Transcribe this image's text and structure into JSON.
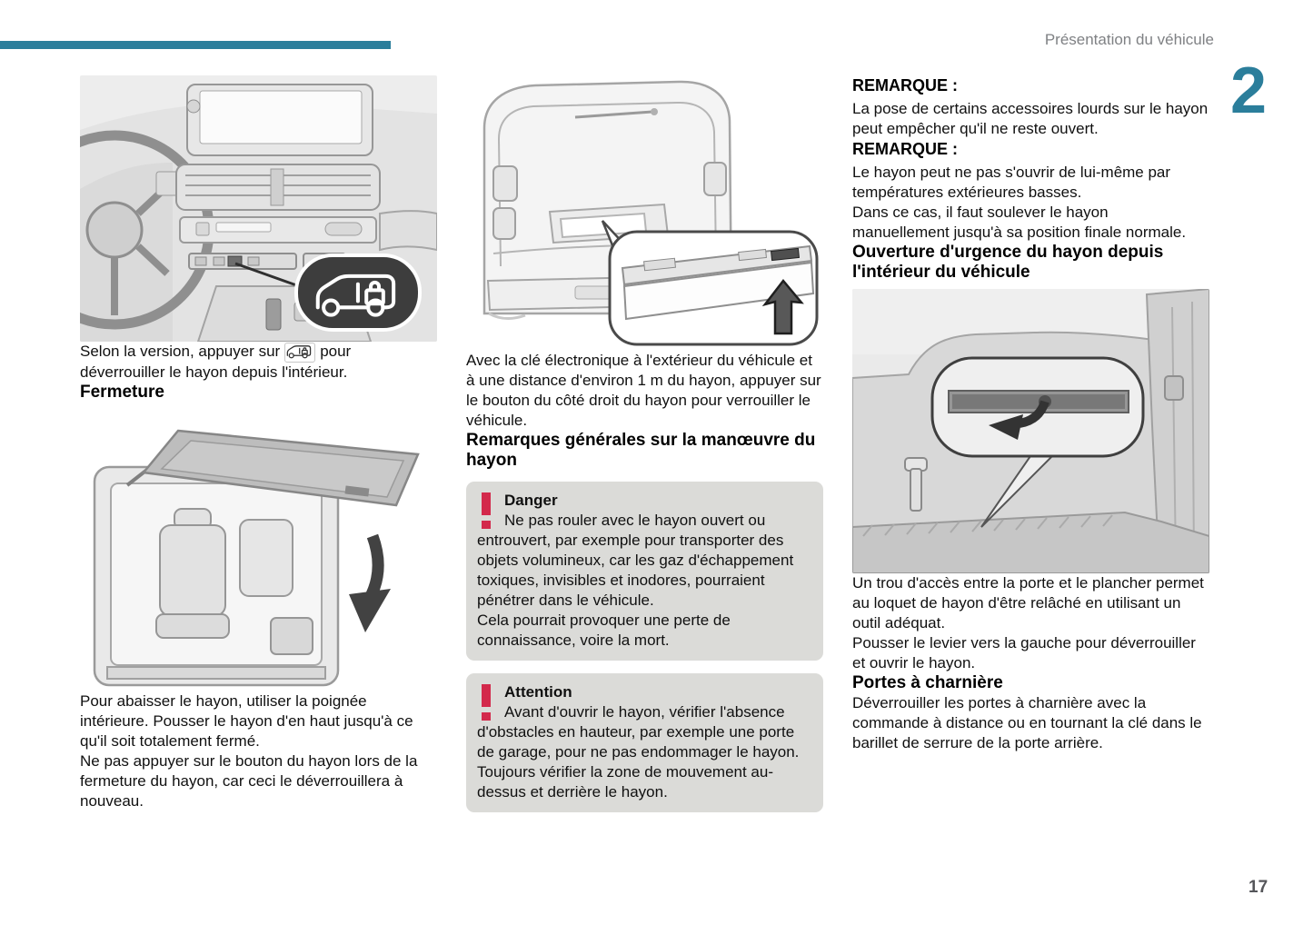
{
  "header": {
    "title": "Présentation du véhicule",
    "chapter_number": "2"
  },
  "footer": {
    "page_number": "17"
  },
  "colors": {
    "accent_teal": "#2b7e9b",
    "danger_red": "#d3294b",
    "note_box_gray": "#dbdbd8"
  },
  "icons": {
    "inline_unlock": "van-lock-icon",
    "callout": "van-lock-icon",
    "alert": "exclamation-icon"
  },
  "col1": {
    "para1_before_icon": "Selon la version, appuyer sur",
    "para1_after_icon": "pour déverrouiller le hayon depuis l'intérieur.",
    "heading_closing": "Fermeture",
    "para_close": "Pour abaisser le hayon, utiliser la poignée intérieure. Pousser le hayon d'en haut jusqu'à ce qu'il soit totalement fermé.\nNe pas appuyer sur le bouton du hayon lors de la fermeture du hayon, car ceci le déverrouillera à nouveau."
  },
  "col2": {
    "para_key": "Avec la clé électronique à l'extérieur du véhicule et à une distance d'environ 1 m du hayon, appuyer sur le bouton du côté droit du hayon pour verrouiller le véhicule.",
    "heading_remarks": "Remarques générales sur la manœuvre du hayon",
    "danger": {
      "title": "Danger",
      "text": "Ne pas rouler avec le hayon ouvert ou entrouvert, par exemple pour transporter des objets volumineux, car les gaz d'échappement toxiques, invisibles et inodores, pourraient pénétrer dans le véhicule.\nCela pourrait provoquer une perte de connaissance, voire la mort."
    },
    "attention": {
      "title": "Attention",
      "text": "Avant d'ouvrir le hayon, vérifier l'absence d'obstacles en hauteur, par exemple une porte de garage, pour ne pas endommager le hayon. Toujours vérifier la zone de mouvement au-dessus et derrière le hayon."
    }
  },
  "col3": {
    "note1": {
      "title": "REMARQUE :",
      "text": "La pose de certains accessoires lourds sur le hayon peut empêcher qu'il ne reste ouvert."
    },
    "note2": {
      "title": "REMARQUE :",
      "text": "Le hayon peut ne pas s'ouvrir de lui-même par températures extérieures basses.\nDans ce cas, il faut soulever le hayon manuellement jusqu'à sa position finale normale."
    },
    "heading_emergency": "Ouverture d'urgence du hayon depuis l'intérieur du véhicule",
    "para_access": "Un trou d'accès entre la porte et le plancher permet au loquet de hayon d'être relâché en utilisant un outil adéquat.\nPousser le levier vers la gauche pour déverrouiller et ouvrir le hayon.",
    "heading_hinged": "Portes à charnière",
    "para_hinged": "Déverrouiller les portes à charnière avec la commande à distance ou en tournant la clé dans le barillet de serrure de la porte arrière."
  }
}
